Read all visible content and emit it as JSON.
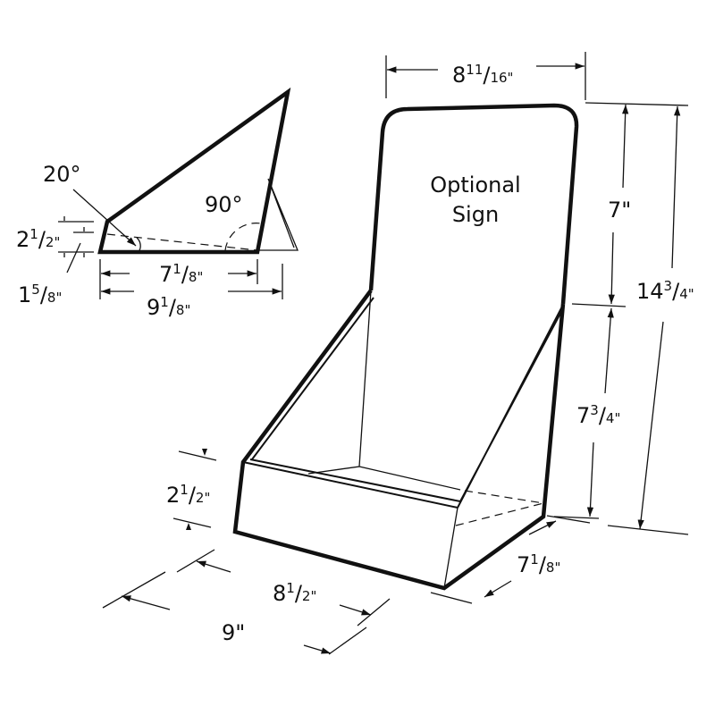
{
  "side_view": {
    "angle_top": "20°",
    "angle_right": "90°",
    "dim_height_whole": "2",
    "dim_height_frac_num": "1",
    "dim_height_frac_den": "2\"",
    "dim_lip_whole": "1",
    "dim_lip_frac_num": "5",
    "dim_lip_frac_den": "8\"",
    "dim_base_whole": "7",
    "dim_base_frac_num": "1",
    "dim_base_frac_den": "8\"",
    "dim_total_whole": "9",
    "dim_total_frac_num": "1",
    "dim_total_frac_den": "8\""
  },
  "display": {
    "sign_text_line1": "Optional",
    "sign_text_line2": "Sign",
    "dim_top_width_whole": "8",
    "dim_top_width_frac_num": "11",
    "dim_top_width_frac_den": "16\"",
    "dim_sign_height": "7\"",
    "dim_total_height_whole": "14",
    "dim_total_height_frac_num": "3",
    "dim_total_height_frac_den": "4\"",
    "dim_back_height_whole": "7",
    "dim_back_height_frac_num": "3",
    "dim_back_height_frac_den": "4\"",
    "dim_front_height_whole": "2",
    "dim_front_height_frac_num": "1",
    "dim_front_height_frac_den": "2\"",
    "dim_inner_width_whole": "8",
    "dim_inner_width_frac_num": "1",
    "dim_inner_width_frac_den": "2\"",
    "dim_outer_width": "9\"",
    "dim_depth_whole": "7",
    "dim_depth_frac_num": "1",
    "dim_depth_frac_den": "8\""
  }
}
